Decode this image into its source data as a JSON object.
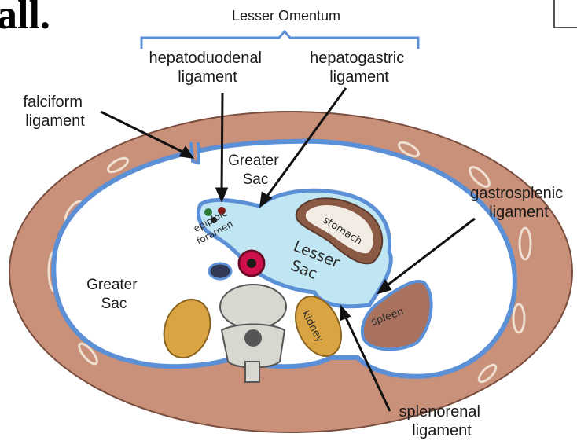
{
  "slide": {
    "fragment": "all."
  },
  "labels": {
    "lesser_omentum": "Lesser Omentum",
    "hepatoduodenal": [
      "hepatoduodenal",
      "ligament"
    ],
    "hepatogastric": [
      "hepatogastric",
      "ligament"
    ],
    "falciform": [
      "falciform",
      "ligament"
    ],
    "greater_sac_top": [
      "Greater",
      "Sac"
    ],
    "greater_sac_left": [
      "Greater",
      "Sac"
    ],
    "epiploic": [
      "epiploic",
      "foramen"
    ],
    "stomach": "stomach",
    "lesser_sac": [
      "Lesser",
      "Sac"
    ],
    "gastrosplenic": [
      "gastrosplenic",
      "ligament"
    ],
    "spleen": "spleen",
    "kidney": "kidney",
    "splenorenal": [
      "splenorenal",
      "ligament"
    ]
  },
  "colors": {
    "body_wall": "#c9907a",
    "peritoneum": "#5b8fd6",
    "lesser_sac_fill": "#bfe6f2",
    "kidney": "#d9a441",
    "spleen": "#a8725e",
    "stomach": "#8a5a45",
    "aorta": "#d0104a"
  }
}
